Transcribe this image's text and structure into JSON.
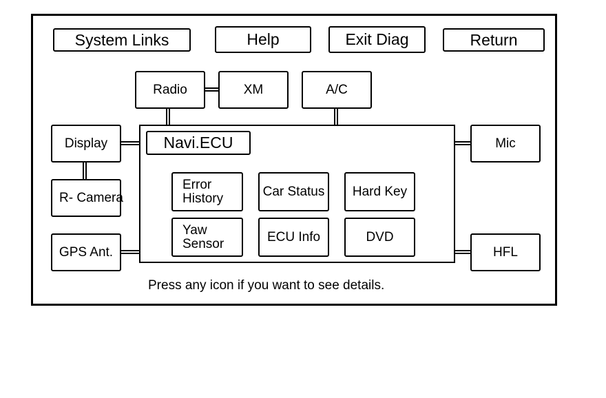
{
  "top_buttons": {
    "system_links": "System Links",
    "help": "Help",
    "exit_diag": "Exit Diag",
    "return": "Return"
  },
  "nodes": {
    "radio": "Radio",
    "xm": "XM",
    "ac": "A/C",
    "display": "Display",
    "r_camera": "R- Camera",
    "gps_ant": "GPS Ant.",
    "mic": "Mic",
    "hfl": "HFL"
  },
  "ecu": {
    "title": "Navi.ECU",
    "error_history": [
      "Error",
      "History"
    ],
    "car_status": "Car Status",
    "hard_key": "Hard Key",
    "yaw_sensor": [
      "Yaw",
      "Sensor"
    ],
    "ecu_info": "ECU Info",
    "dvd": "DVD"
  },
  "footer": "Press any icon if you want to see details."
}
